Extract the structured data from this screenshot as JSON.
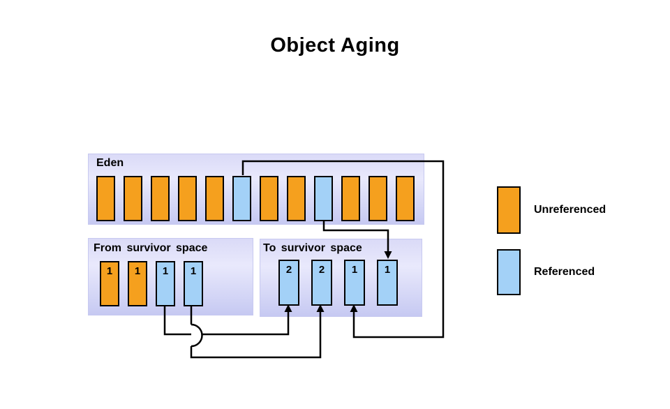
{
  "title": "Object Aging",
  "eden": {
    "label": "Eden",
    "blocks": [
      "unreferenced",
      "unreferenced",
      "unreferenced",
      "unreferenced",
      "unreferenced",
      "referenced",
      "unreferenced",
      "unreferenced",
      "referenced",
      "unreferenced",
      "unreferenced",
      "unreferenced"
    ]
  },
  "from_survivor": {
    "label": "From survivor space",
    "blocks": [
      {
        "age": "1",
        "type": "unreferenced"
      },
      {
        "age": "1",
        "type": "unreferenced"
      },
      {
        "age": "1",
        "type": "referenced"
      },
      {
        "age": "1",
        "type": "referenced"
      }
    ]
  },
  "to_survivor": {
    "label": "To survivor space",
    "blocks": [
      {
        "age": "2",
        "type": "referenced"
      },
      {
        "age": "2",
        "type": "referenced"
      },
      {
        "age": "1",
        "type": "referenced"
      },
      {
        "age": "1",
        "type": "referenced"
      }
    ]
  },
  "legend": {
    "items": [
      {
        "label": "Unreferenced",
        "type": "unreferenced"
      },
      {
        "label": "Referenced",
        "type": "referenced"
      }
    ]
  },
  "colors": {
    "unreferenced": "#F5A01E",
    "referenced": "#A3D1F7",
    "region_gradient_top": "#dadaf7",
    "region_gradient_mid": "#e9e9fc",
    "region_gradient_bottom": "#c6c9f2",
    "connector": "#000000"
  }
}
